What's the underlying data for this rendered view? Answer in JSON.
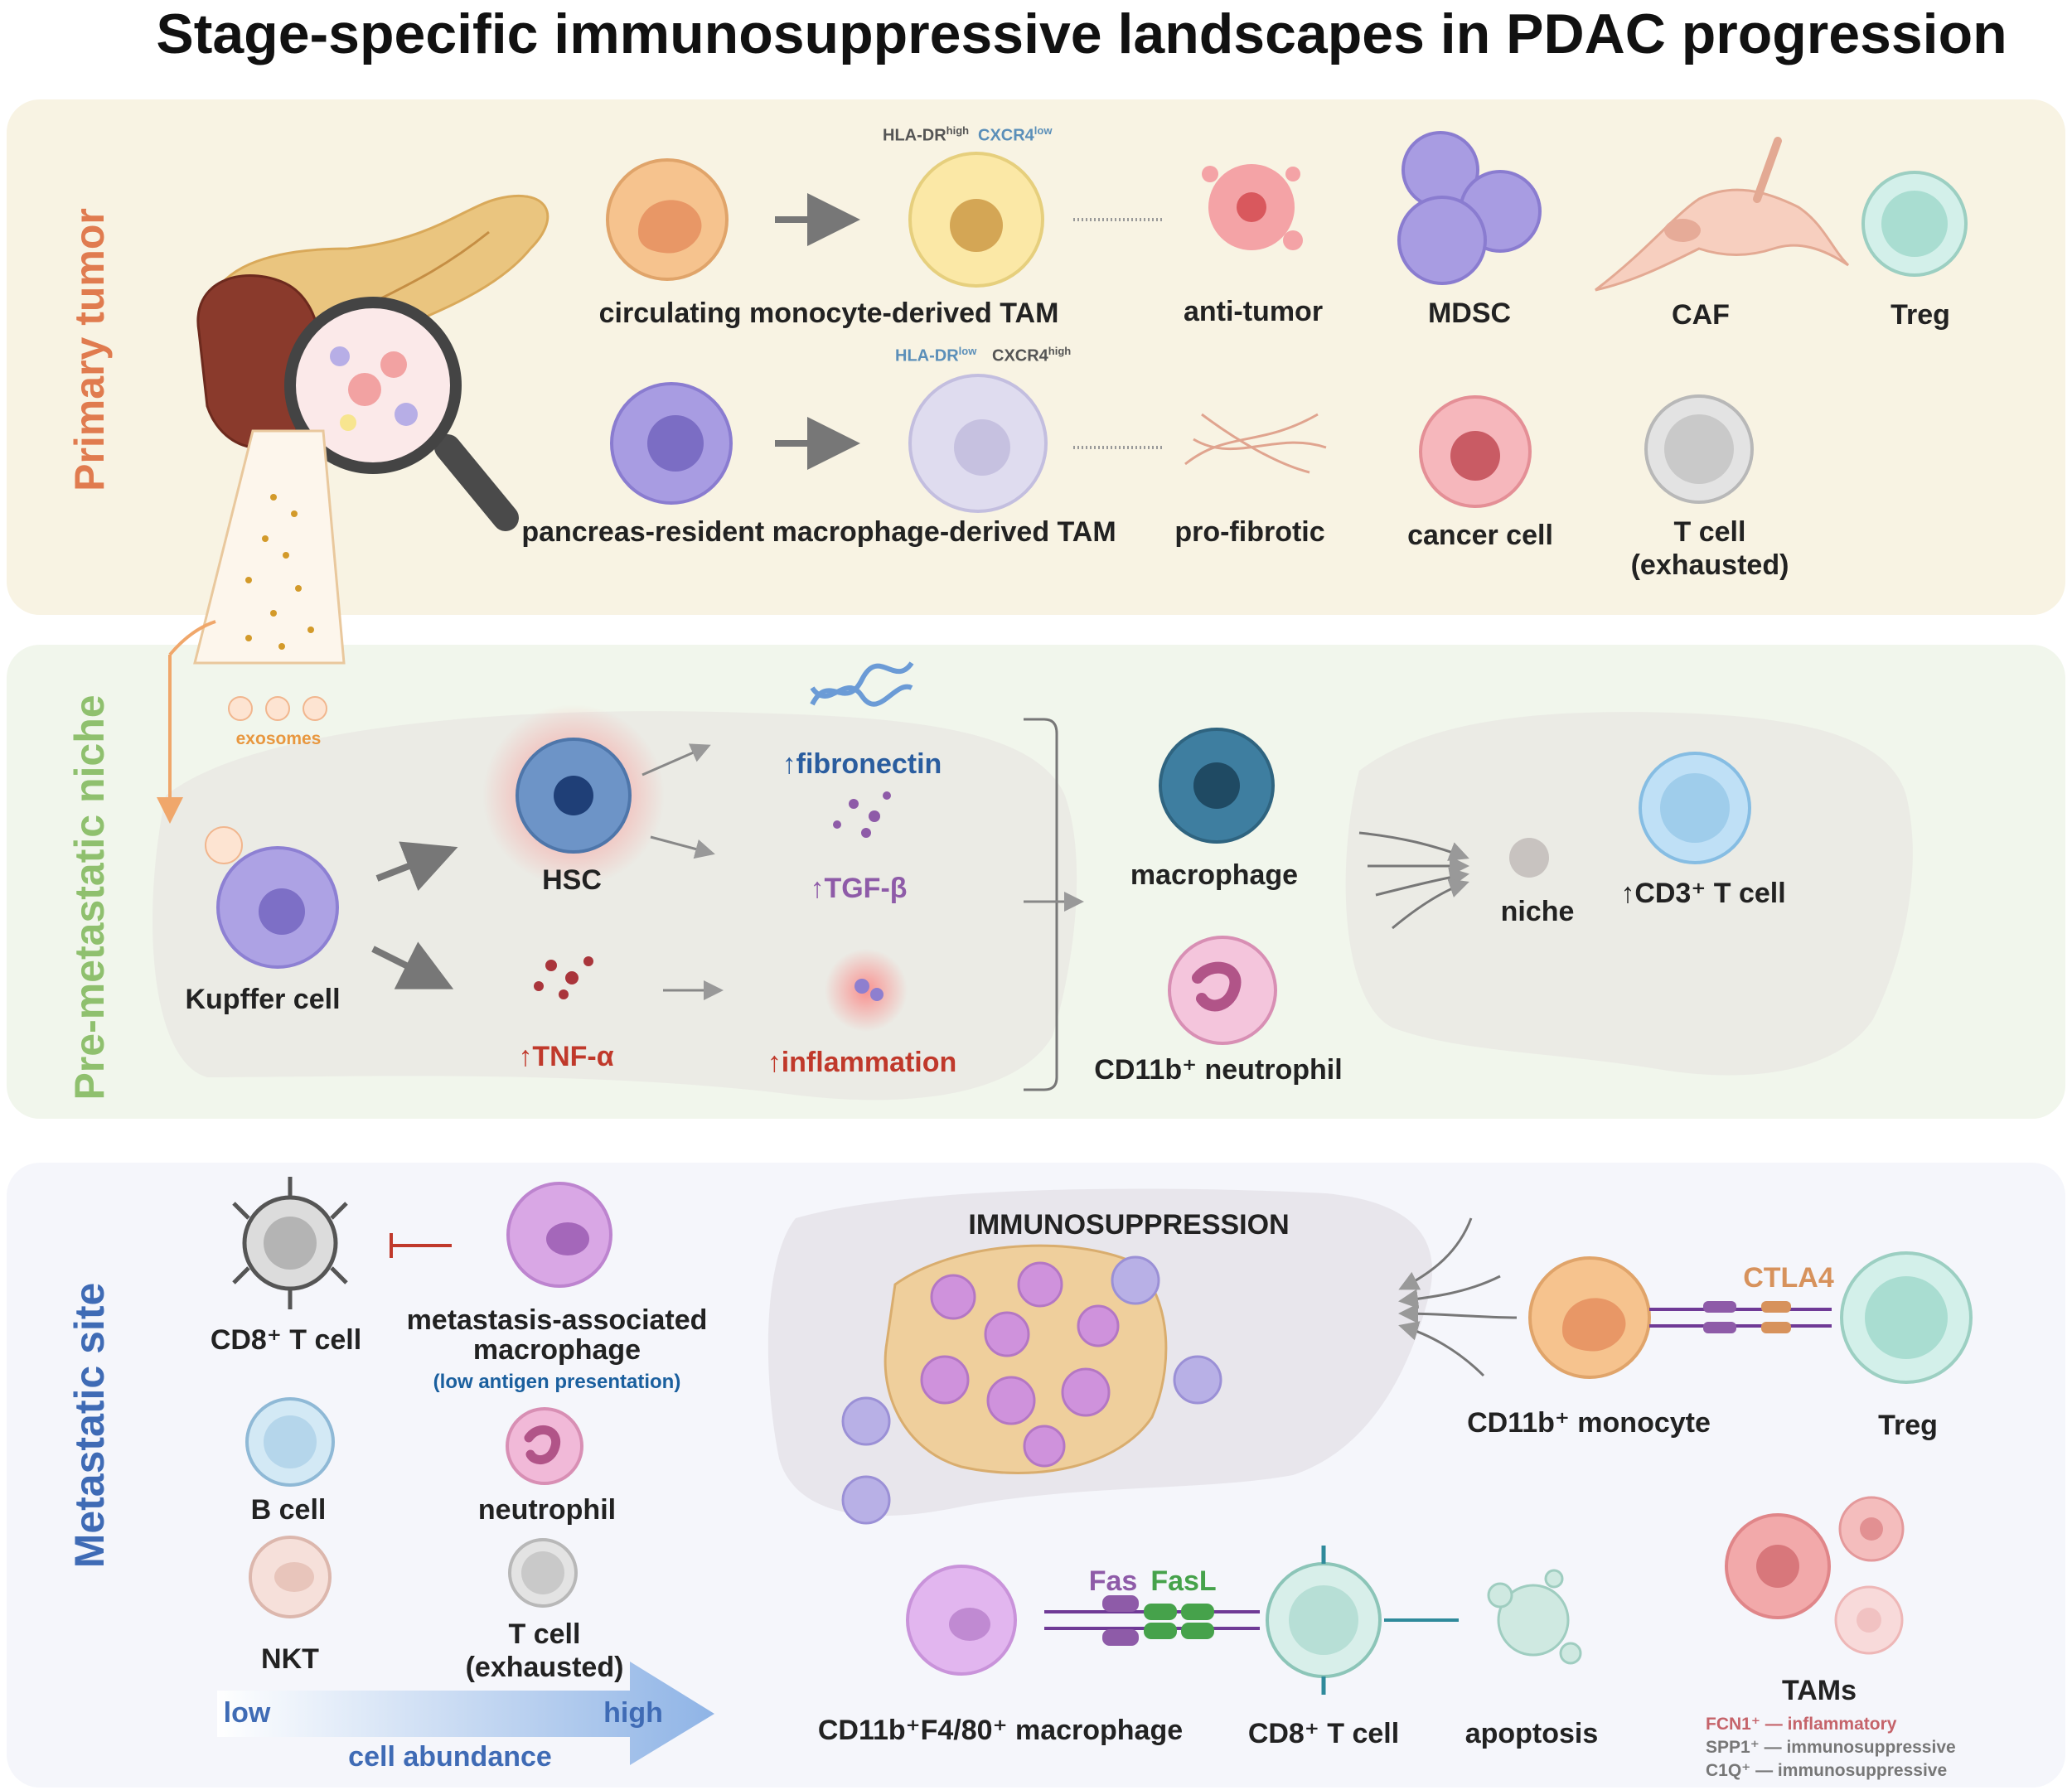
{
  "title": "Stage-specific immunosuppressive landscapes in PDAC progression",
  "colors": {
    "primary": "#e07b4f",
    "premetastatic": "#8fc06e",
    "metastatic": "#3f6bb5",
    "arrow": "#777777",
    "inhibit": "#c0392b",
    "orange_arrow": "#f0a76b"
  },
  "primary": {
    "stage_label": "Primary tumor",
    "circulating_tam": "circulating monocyte-derived TAM",
    "hla_high_a": "HLA-DR",
    "hla_high_b": "high",
    "cxcr4_low_a": "CXCR4",
    "cxcr4_low_b": "low",
    "hla_low_a": "HLA-DR",
    "hla_low_b": "low",
    "cxcr4_high_a": "CXCR4",
    "cxcr4_high_b": "high",
    "anti_tumor": "anti-tumor",
    "mdsc": "MDSC",
    "caf": "CAF",
    "treg": "Treg",
    "resident_tam": "pancreas-resident macrophage-derived TAM",
    "pro_fibrotic": "pro-fibrotic",
    "cancer_cell": "cancer cell",
    "t_cell_1": "T cell",
    "t_cell_2": "(exhausted)"
  },
  "premetastatic": {
    "stage_label": "Pre-metastatic niche",
    "exosomes": "exosomes",
    "kupffer": "Kupffer cell",
    "hsc": "HSC",
    "fibronectin": "↑fibronectin",
    "tgf": "↑TGF-β",
    "tnf": "↑TNF-α",
    "inflammation": "↑inflammation",
    "macrophage": "macrophage",
    "neutrophil": "CD11b⁺ neutrophil",
    "niche": "niche",
    "cd3": "↑CD3⁺ T cell"
  },
  "metastatic": {
    "stage_label": "Metastatic site",
    "cd8_left": "CD8⁺ T cell",
    "mam_1": "metastasis-associated",
    "mam_2": "macrophage",
    "mam_3": "(low antigen presentation)",
    "b_cell": "B cell",
    "neutrophil": "neutrophil",
    "nkt": "NKT",
    "t_cell_1": "T cell",
    "t_cell_2": "(exhausted)",
    "low": "low",
    "high": "high",
    "abundance": "cell abundance",
    "immunosuppression": "IMMUNOSUPPRESSION",
    "ctla4": "CTLA4",
    "monocyte": "CD11b⁺ monocyte",
    "treg": "Treg",
    "fas": "Fas",
    "fasl": "FasL",
    "f480_macrophage": "CD11b⁺F4/80⁺ macrophage",
    "cd8_right": "CD8⁺ T cell",
    "apoptosis": "apoptosis",
    "tams": "TAMs",
    "fcn1": "FCN1⁺ — inflammatory",
    "spp1": "SPP1⁺ — immunosuppressive",
    "c1q": "C1Q⁺  — immunosuppressive"
  }
}
